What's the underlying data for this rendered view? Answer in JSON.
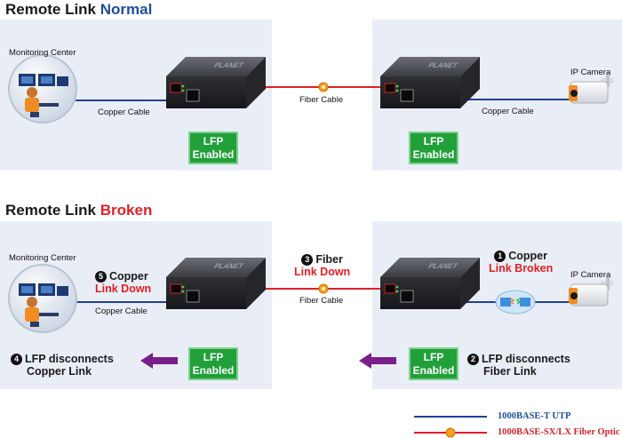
{
  "section_normal": {
    "title_prefix": "Remote Link",
    "title_status": "Normal",
    "status_color": "#1f4e99"
  },
  "section_broken": {
    "title_prefix": "Remote Link",
    "title_status": "Broken",
    "status_color": "#e31e24"
  },
  "labels": {
    "monitoring_center": "Monitoring Center",
    "ip_camera": "IP Camera",
    "copper_cable": "Copper Cable",
    "fiber_cable": "Fiber Cable",
    "lfp_line1": "LFP",
    "lfp_line2": "Enabled",
    "brand": "PLANET"
  },
  "callouts": {
    "copper_link_down": {
      "num": "5",
      "line1": "Copper",
      "line2": "Link Down"
    },
    "fiber_link_down": {
      "num": "3",
      "line1": "Fiber",
      "line2": "Link Down"
    },
    "copper_link_broken": {
      "num": "1",
      "line1": "Copper",
      "line2": "Link Broken"
    },
    "lfp_disconnects_copper": {
      "num": "4",
      "line1": "LFP disconnects",
      "line2": "Copper Link"
    },
    "lfp_disconnects_fiber": {
      "num": "2",
      "line1": "LFP disconnects",
      "line2": "Fiber Link"
    }
  },
  "legend": [
    {
      "label": "1000BASE-T UTP",
      "color": "#1f4fa0"
    },
    {
      "label": "1000BASE-SX/LX Fiber Optic",
      "color": "#d4232b"
    }
  ],
  "colors": {
    "utp": "#1f3f9a",
    "fiber": "#e0202a",
    "lfp_green": "#21a03a",
    "arrow_purple": "#7a1e8c"
  }
}
